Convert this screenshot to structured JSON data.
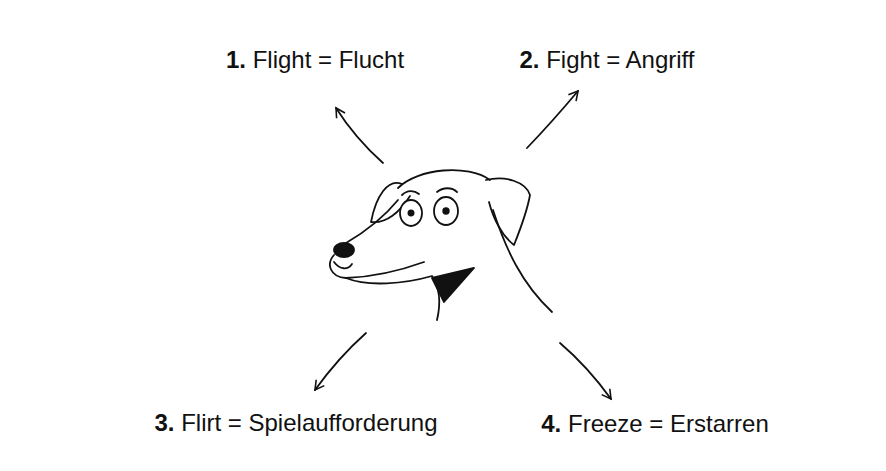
{
  "diagram": {
    "labels": [
      "1.",
      "Flight = Flucht",
      "2.",
      "Fight = Angriff",
      "3.",
      "Flirt = Spielaufforderung",
      "4.",
      "Freeze = Erstarren"
    ]
  }
}
